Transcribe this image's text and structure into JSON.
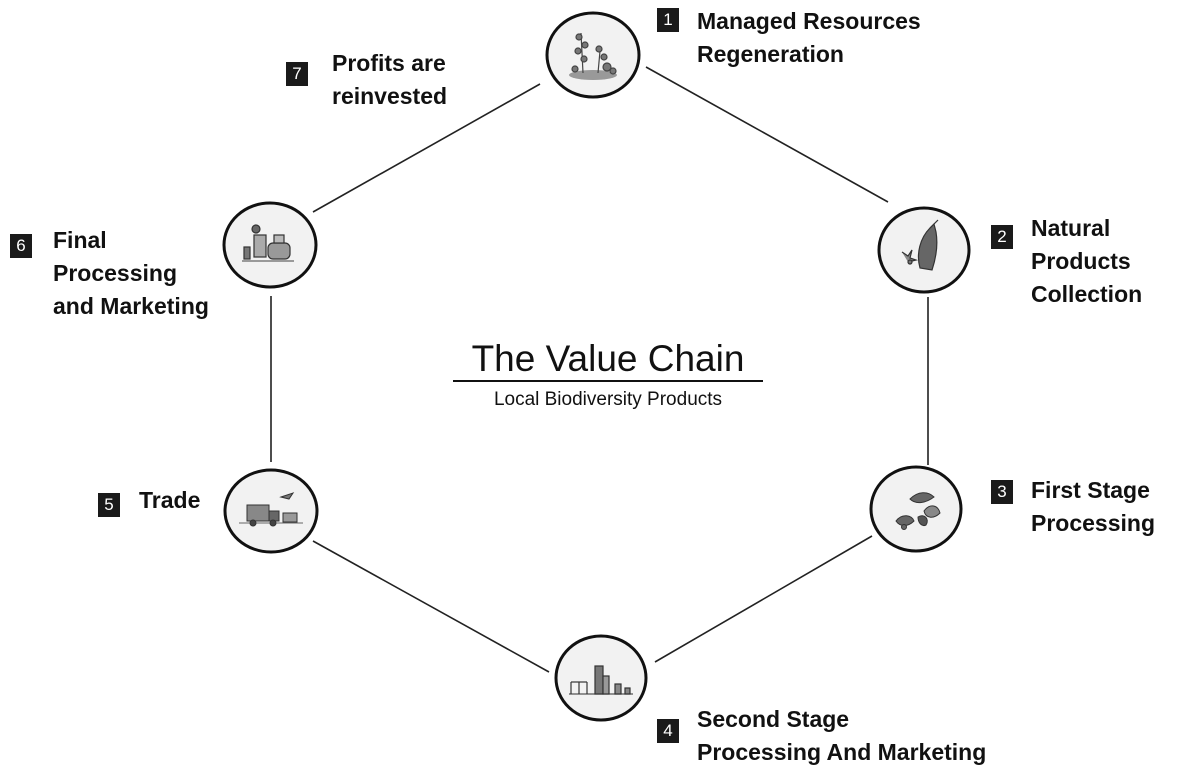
{
  "title": "The Value Chain",
  "subtitle": "Local Biodiversity Products",
  "stages": [
    {
      "number": "1",
      "lines": [
        "Managed Resources",
        "Regeneration"
      ],
      "icon": "plants-icon"
    },
    {
      "number": "2",
      "lines": [
        "Natural",
        "Products",
        "Collection"
      ],
      "icon": "harvest-bag-icon"
    },
    {
      "number": "3",
      "lines": [
        "First Stage",
        "Processing"
      ],
      "icon": "leaves-icon"
    },
    {
      "number": "4",
      "lines": [
        "Second Stage",
        "Processing And Marketing"
      ],
      "icon": "factory-icon"
    },
    {
      "number": "5",
      "lines": [
        "Trade"
      ],
      "icon": "truck-icon"
    },
    {
      "number": "6",
      "lines": [
        "Final",
        "Processing",
        "and Marketing"
      ],
      "icon": "products-icon"
    },
    {
      "number": "7",
      "lines": [
        "Profits are",
        "reinvested"
      ],
      "icon": ""
    }
  ],
  "colors": {
    "line": "#222222",
    "badge": "#1a1a1a",
    "badge_text": "#ffffff",
    "circle_fill": "#f2f2f2"
  }
}
